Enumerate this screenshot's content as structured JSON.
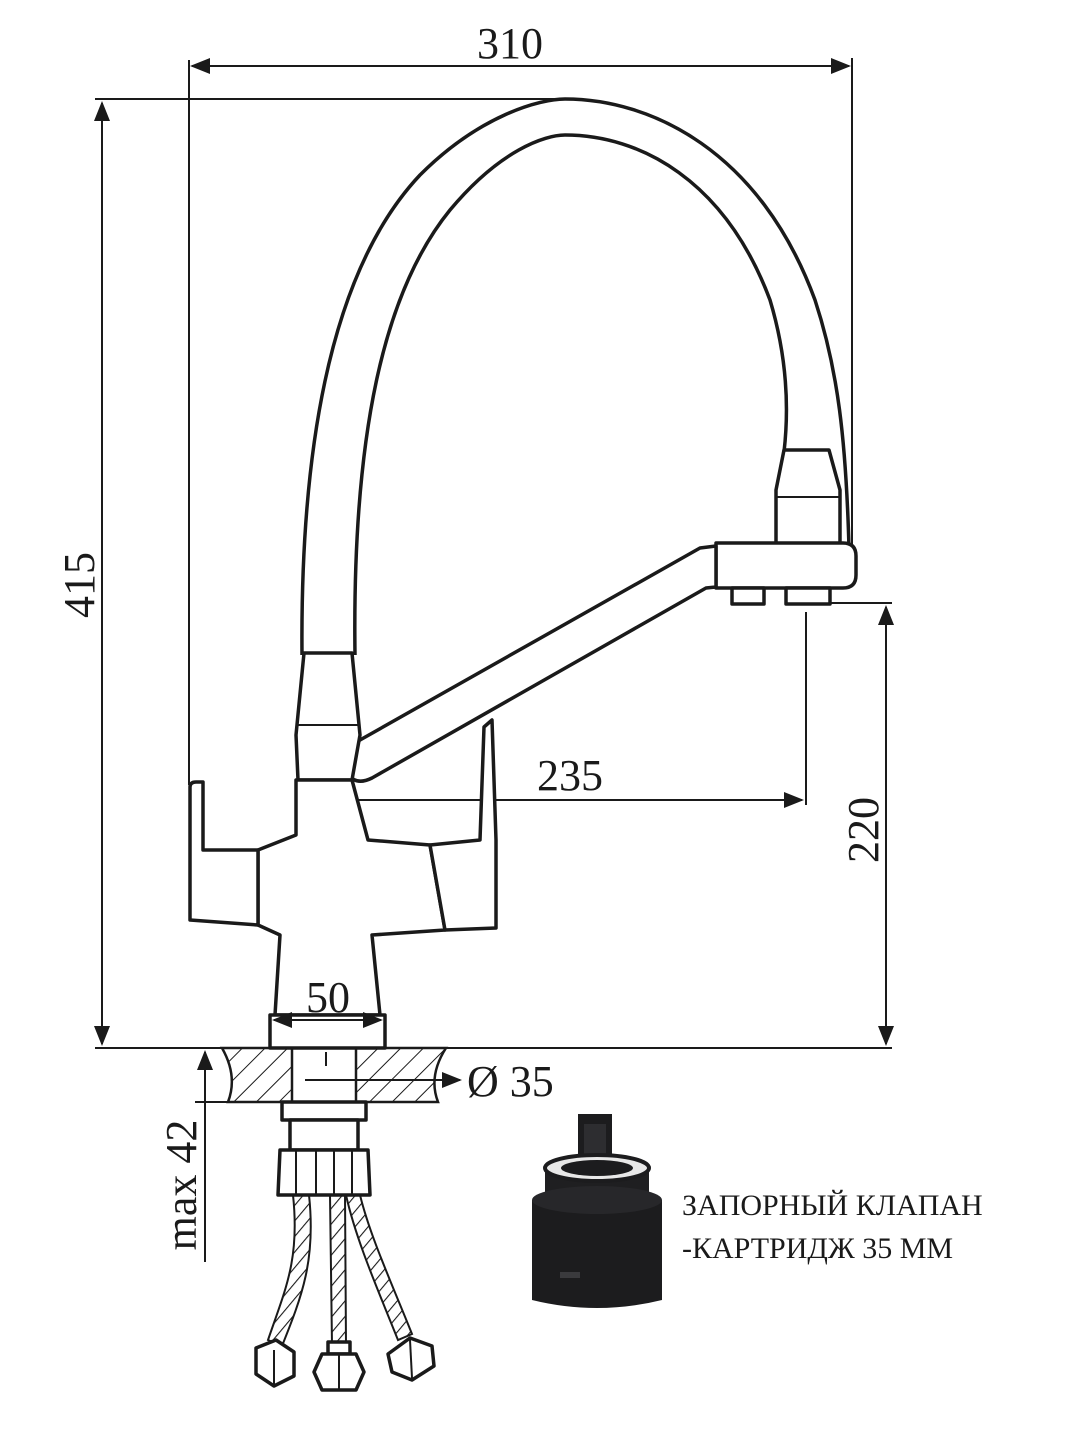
{
  "dimensions": {
    "width_310": "310",
    "height_415": "415",
    "spout_reach_235": "235",
    "spout_height_220": "220",
    "base_50": "50",
    "hole_diameter": "Ø 35",
    "max_thickness": "max 42"
  },
  "caption": {
    "line1": "ЗАПОРНЫЙ КЛАПАН",
    "line2": "-КАРТРИДЖ 35 ММ"
  },
  "colors": {
    "line": "#1a1a1a",
    "cartridge_body": "#1c1c1e",
    "background": "#ffffff"
  }
}
